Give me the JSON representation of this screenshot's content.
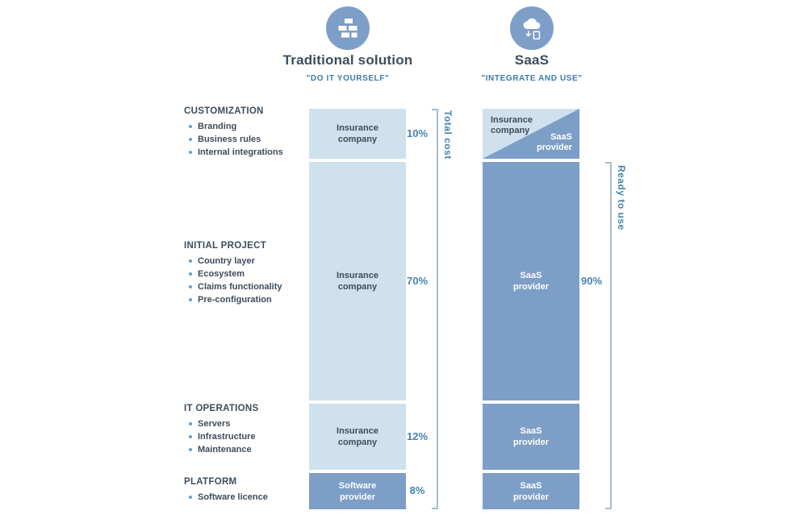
{
  "colors": {
    "light_segment": "#cfe1ed",
    "medium_segment": "#7d9ec7",
    "heading_text": "#3e4c5b",
    "subtitle_accent": "#3a7ca5",
    "percent_blue": "#4584b0",
    "bracket_line": "#a9bccd",
    "background": "#ffffff"
  },
  "header": {
    "traditional": {
      "title": "Traditional solution",
      "subtitle": "\"DO IT YOURSELF\"",
      "icon": "bricks-icon"
    },
    "saas": {
      "title": "SaaS",
      "subtitle": "\"INTEGRATE AND USE\"",
      "icon": "cloud-icon"
    }
  },
  "categories": [
    {
      "label": "CUSTOMIZATION",
      "items": [
        "Branding",
        "Business rules",
        "Internal integrations"
      ]
    },
    {
      "label": "INITIAL PROJECT",
      "items": [
        "Country layer",
        "Ecosystem",
        "Claims functionality",
        "Pre-configuration"
      ]
    },
    {
      "label": "IT OPERATIONS",
      "items": [
        "Servers",
        "Infrastructure",
        "Maintenance"
      ]
    },
    {
      "label": "PLATFORM",
      "items": [
        "Software licence"
      ]
    }
  ],
  "traditional": {
    "segments": [
      {
        "owner": "Insurance company",
        "percent": "10%"
      },
      {
        "owner": "Insurance company",
        "percent": "70%"
      },
      {
        "owner": "Insurance company",
        "percent": "12%"
      },
      {
        "owner": "Software provider",
        "percent": "8%"
      }
    ],
    "bracket_label": "Total cost"
  },
  "saas": {
    "split_segment": {
      "top_owner": "Insurance company",
      "bottom_owner": "SaaS provider"
    },
    "segments": [
      {
        "owner": "SaaS provider"
      },
      {
        "owner": "SaaS provider"
      },
      {
        "owner": "SaaS provider"
      }
    ],
    "percent": "90%",
    "bracket_label": "Ready to use"
  },
  "chart_data": {
    "type": "bar",
    "subtype": "stacked-comparison-infographic",
    "title": "Traditional solution vs SaaS",
    "categories": [
      "CUSTOMIZATION",
      "INITIAL PROJECT",
      "IT OPERATIONS",
      "PLATFORM"
    ],
    "series": [
      {
        "name": "Traditional solution (\"DO IT YOURSELF\")",
        "values": [
          10,
          70,
          12,
          8
        ],
        "owners": [
          "Insurance company",
          "Insurance company",
          "Insurance company",
          "Software provider"
        ],
        "bracket": "Total cost"
      },
      {
        "name": "SaaS (\"INTEGRATE AND USE\")",
        "owners": [
          "Insurance company + SaaS provider",
          "SaaS provider",
          "SaaS provider",
          "SaaS provider"
        ],
        "ready_to_use_percent": 90,
        "bracket": "Ready to use"
      }
    ],
    "legend_position": "none",
    "grid": false
  }
}
